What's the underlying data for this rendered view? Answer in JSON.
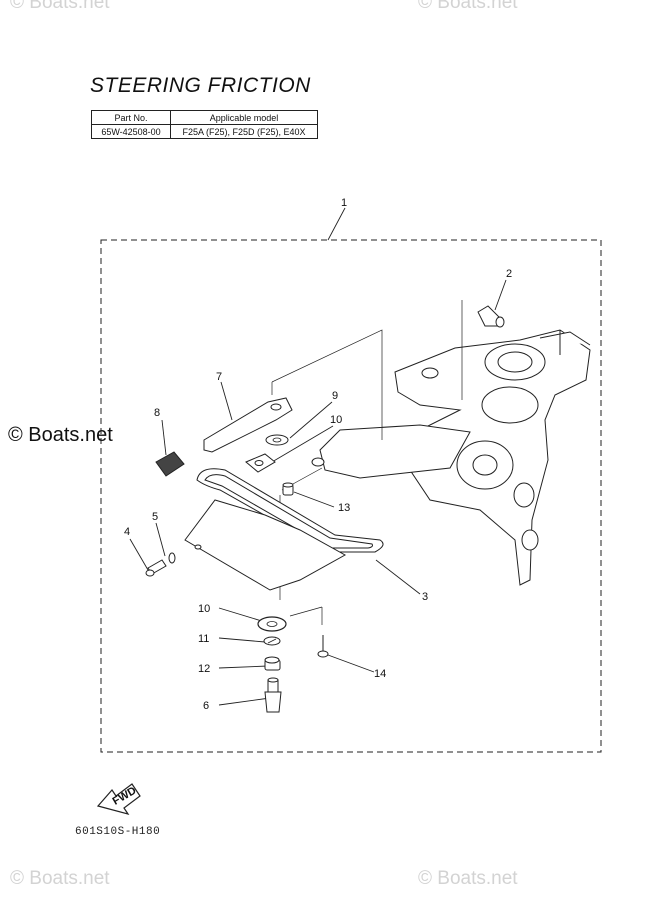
{
  "title": "STEERING FRICTION",
  "table": {
    "headers": [
      "Part No.",
      "Applicable model"
    ],
    "rows": [
      [
        "65W-42508-00",
        "F25A (F25), F25D (F25), E40X"
      ]
    ]
  },
  "watermarks": {
    "top_left": "© Boats.net",
    "top_right": "© Boats.net",
    "middle_left": "© Boats.net",
    "bottom_left": "© Boats.net",
    "bottom_right": "© Boats.net"
  },
  "callouts": {
    "c1": "1",
    "c2": "2",
    "c3": "3",
    "c4": "4",
    "c5": "5",
    "c6": "6",
    "c7": "7",
    "c8": "8",
    "c9": "9",
    "c10a": "10",
    "c10b": "10",
    "c11": "11",
    "c12": "12",
    "c13": "13",
    "c14": "14"
  },
  "fwd_label": "FWD",
  "diagram_code": "601S10S-H180"
}
